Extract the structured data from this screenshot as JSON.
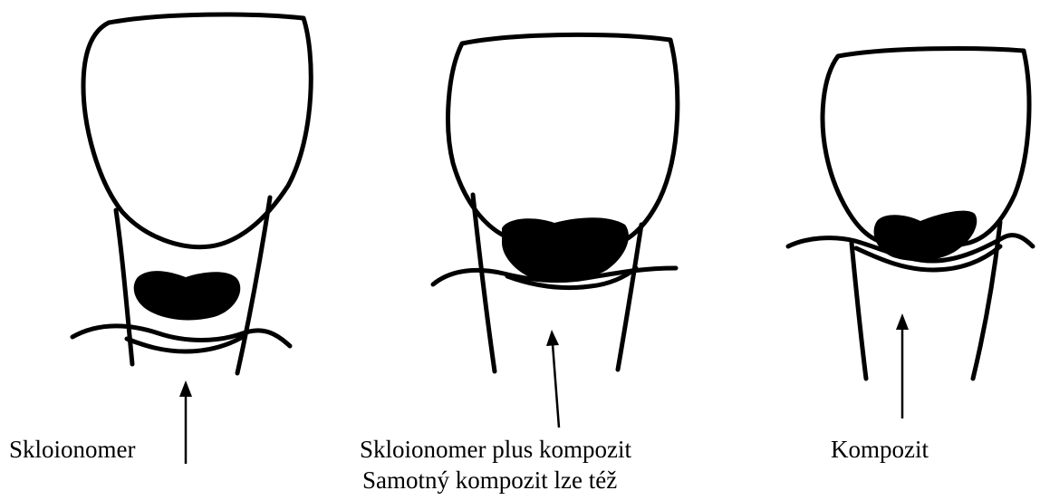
{
  "labels": {
    "skloionomer": "Skloionomer",
    "skloionomer_plus_kompozit": "Skloionomer plus kompozit",
    "samotny_kompozit": "Samotný kompozit lze též",
    "kompozit": "Kompozit"
  },
  "colors": {
    "ink": "#000000",
    "background": "#ffffff"
  }
}
